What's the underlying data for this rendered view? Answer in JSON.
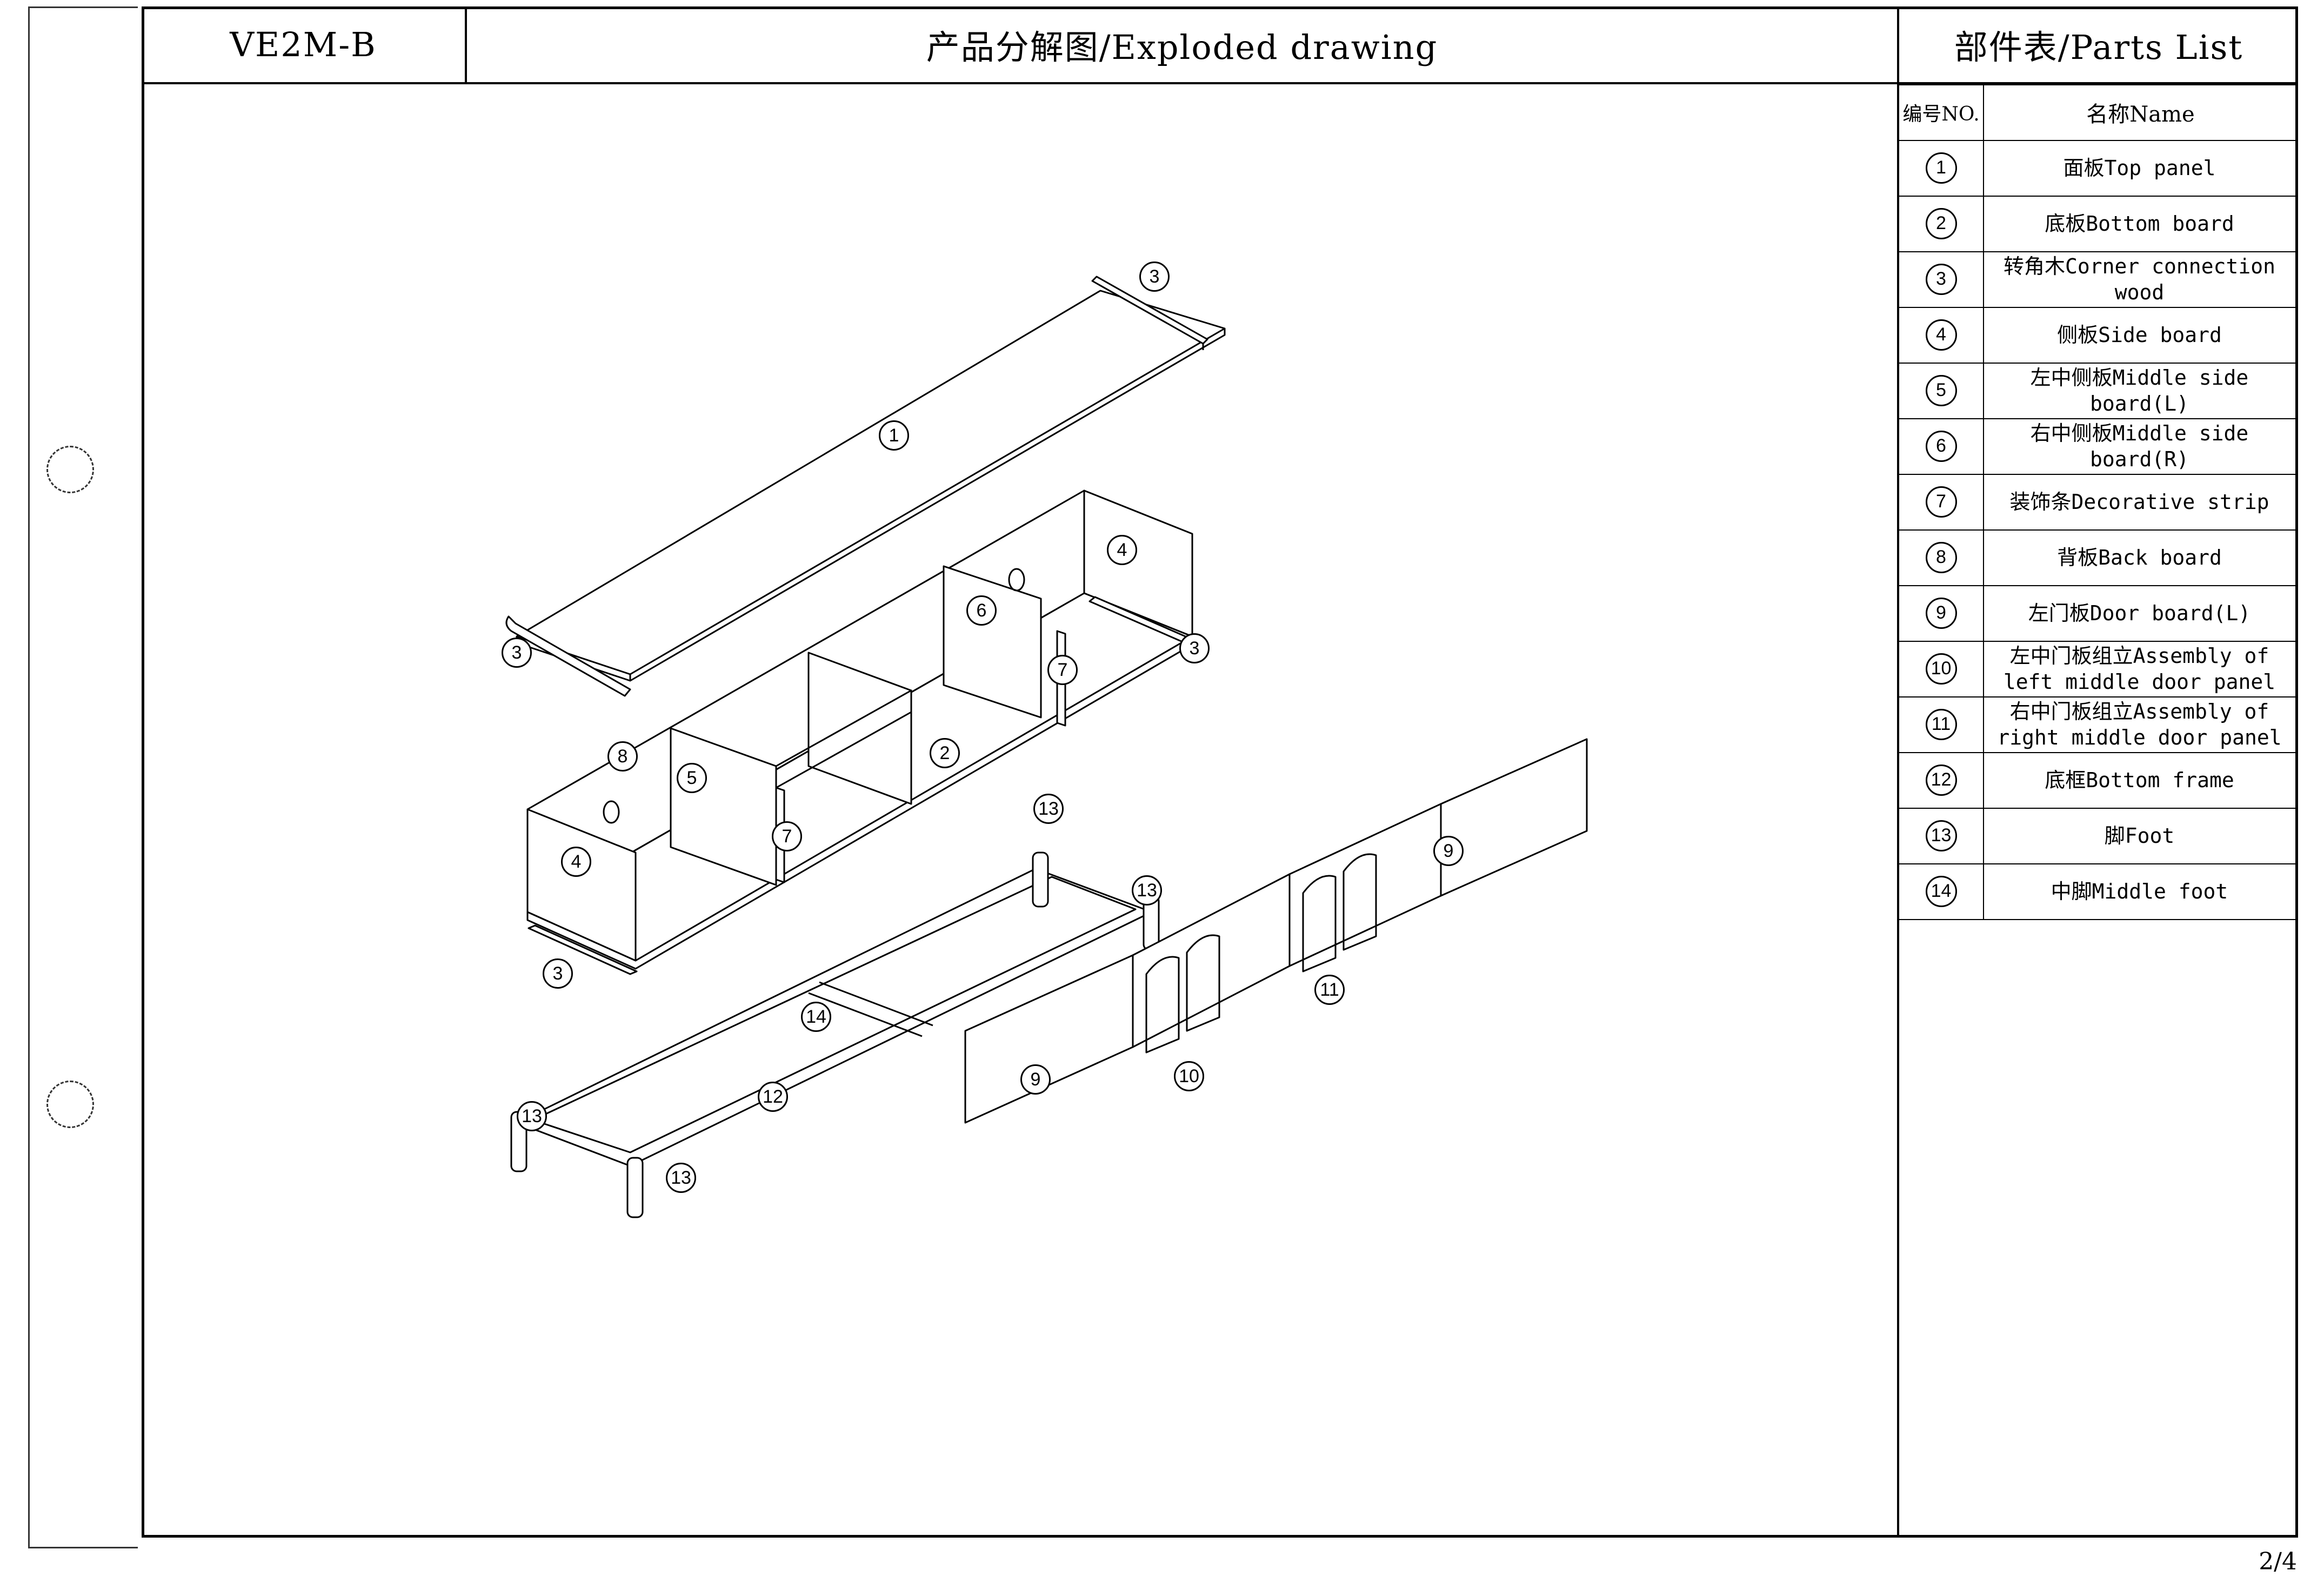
{
  "header": {
    "model": "VE2M-B",
    "title": "产品分解图/Exploded drawing",
    "parts_title": "部件表/Parts List"
  },
  "parts_table": {
    "col_no": "编号NO.",
    "col_name": "名称Name",
    "rows": [
      {
        "no": "1",
        "name": "面板Top panel"
      },
      {
        "no": "2",
        "name": "底板Bottom board"
      },
      {
        "no": "3",
        "name": "转角木Corner connection wood"
      },
      {
        "no": "4",
        "name": "侧板Side board"
      },
      {
        "no": "5",
        "name": "左中侧板Middle side board(L)"
      },
      {
        "no": "6",
        "name": "右中侧板Middle side board(R)"
      },
      {
        "no": "7",
        "name": "装饰条Decorative strip"
      },
      {
        "no": "8",
        "name": "背板Back board"
      },
      {
        "no": "9",
        "name": "左门板Door board(L)"
      },
      {
        "no": "10",
        "name": "左中门板组立Assembly of left middle door panel"
      },
      {
        "no": "11",
        "name": "右中门板组立Assembly of right middle door panel"
      },
      {
        "no": "12",
        "name": "底框Bottom frame"
      },
      {
        "no": "13",
        "name": "脚Foot"
      },
      {
        "no": "14",
        "name": "中脚Middle foot"
      }
    ]
  },
  "callouts": [
    "3",
    "1",
    "4",
    "6",
    "3",
    "3",
    "7",
    "2",
    "8",
    "5",
    "7",
    "4",
    "3",
    "13",
    "13",
    "14",
    "12",
    "13",
    "13",
    "9",
    "11",
    "10",
    "9"
  ],
  "page_number": "2/4"
}
